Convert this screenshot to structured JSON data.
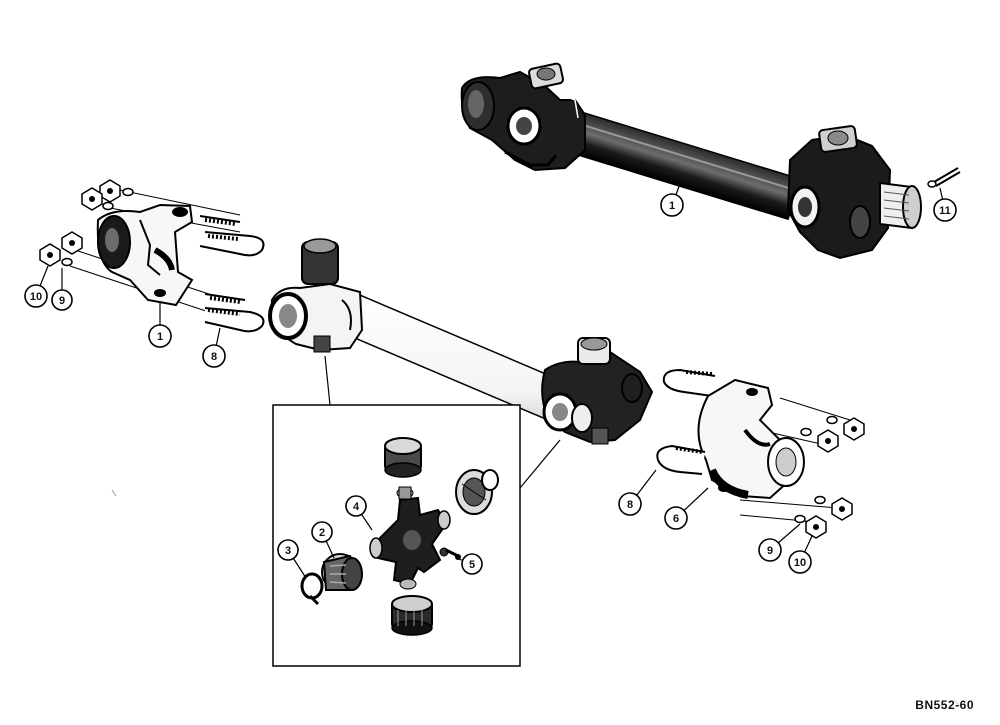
{
  "figure_code": "BN552-60",
  "callouts": [
    "1",
    "11",
    "10",
    "9",
    "1",
    "8",
    "4",
    "3",
    "2",
    "5",
    "8",
    "6",
    "9",
    "10"
  ],
  "colors": {
    "ink": "#111111",
    "paper": "#ffffff",
    "mid": "#555555",
    "light": "#bdbdbd"
  }
}
